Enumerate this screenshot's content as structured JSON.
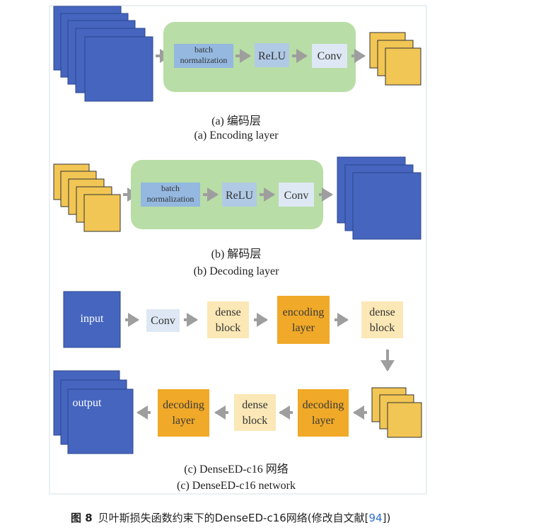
{
  "colors": {
    "blue": "#4565bf",
    "yellow": "#f2c654",
    "orange": "#f0a928",
    "light_yellow": "#fbe8b6",
    "green_box": "#b8dda6",
    "bn_box": "#94b8e0",
    "relu_box": "#b0cae6",
    "conv_box": "#dde8f4",
    "arrow": "#9e9e9e",
    "frame": "#d3e1e9",
    "ref_link": "#2e6fc6"
  },
  "encoding": {
    "bn_line1": "batch",
    "bn_line2": "normalization",
    "relu": "ReLU",
    "conv": "Conv",
    "caption_cn": "(a) 编码层",
    "caption_en": "(a) Encoding layer"
  },
  "decoding": {
    "bn_line1": "batch",
    "bn_line2": "normalization",
    "relu": "ReLU",
    "conv": "Conv",
    "caption_cn": "(b) 解码层",
    "caption_en": "(b) Decoding layer"
  },
  "network": {
    "input": "input",
    "conv": "Conv",
    "dense1": [
      "dense",
      "block"
    ],
    "encoding": [
      "encoding",
      "layer"
    ],
    "dense2": [
      "dense",
      "block"
    ],
    "output": "output",
    "decoding1": [
      "decoding",
      "layer"
    ],
    "dense3": [
      "dense",
      "block"
    ],
    "decoding2": [
      "decoding",
      "layer"
    ],
    "caption_cn": "(c) DenseED-c16 网络",
    "caption_en": "(c) DenseED-c16 network"
  },
  "figure_caption": {
    "label": "图 8",
    "text": "贝叶斯损失函数约束下的DenseED-c16网络(修改自文献",
    "ref_open": "[",
    "ref": "94",
    "ref_close": "]",
    "tail": ")"
  }
}
